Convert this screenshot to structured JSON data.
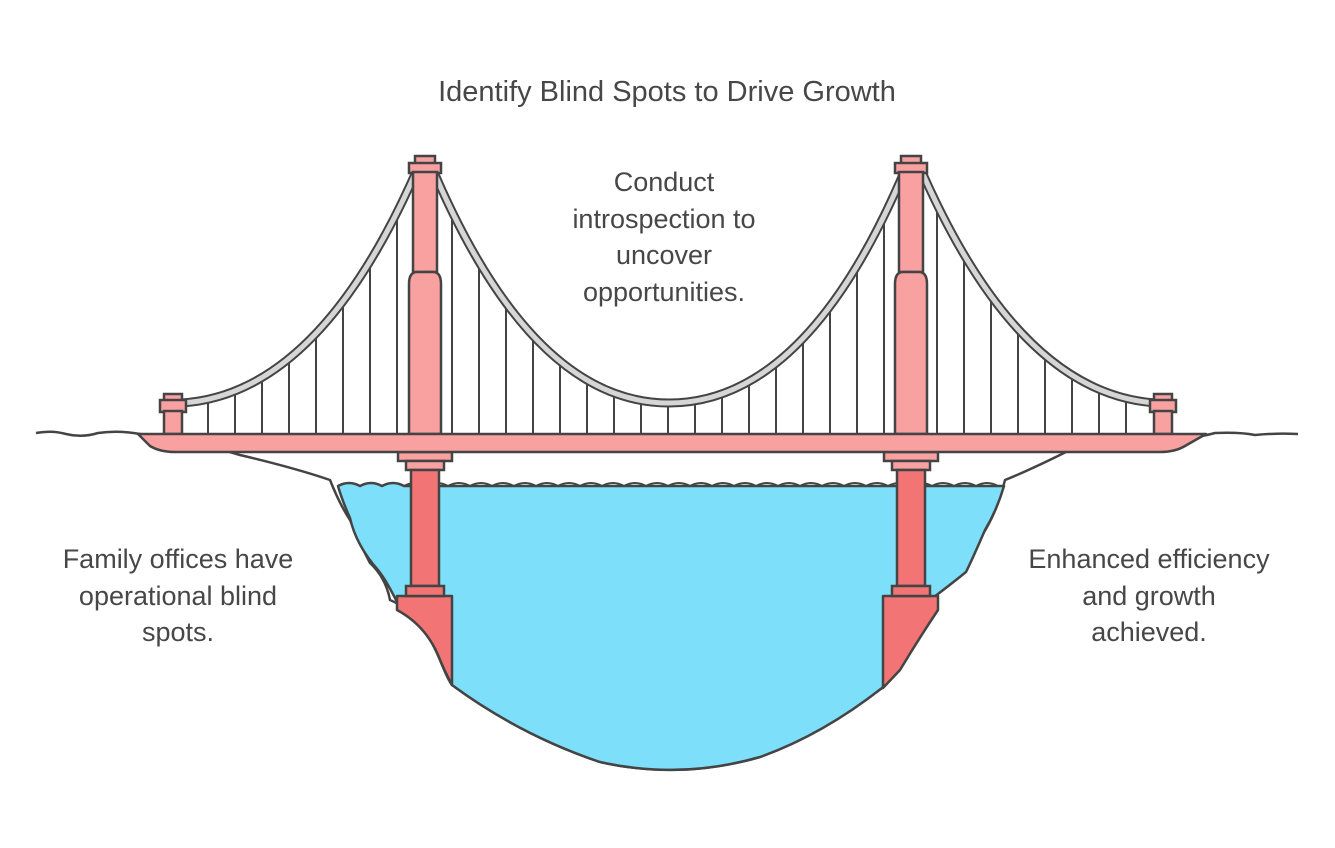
{
  "title": "Identify Blind Spots to Drive Growth",
  "middle_text": "Conduct\nintrospection to\nuncover\nopportunities.",
  "left_text": "Family offices have\noperational blind\nspots.",
  "right_text": "Enhanced efficiency\nand growth\nachieved.",
  "colors": {
    "tower": "#f9a0a0",
    "tower_dark": "#f27474",
    "water": "#7ddffa",
    "cable": "#d6d6d6",
    "outline": "#444444"
  }
}
